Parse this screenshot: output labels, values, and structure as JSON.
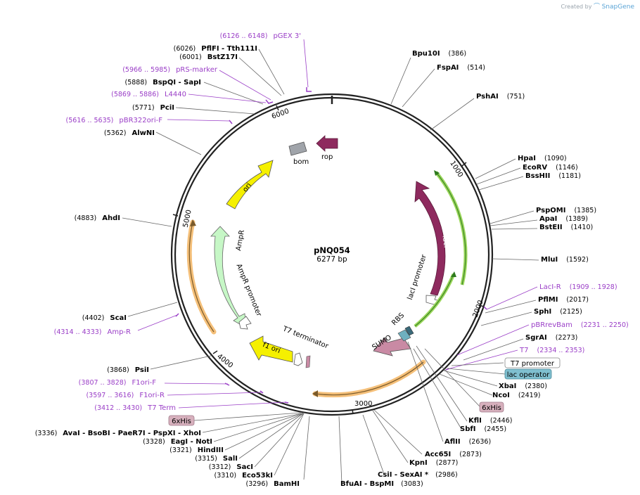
{
  "credit": {
    "created_by": "Created by",
    "brand": "SnapGene"
  },
  "map": {
    "name": "pNQ054",
    "length_label": "6277 bp",
    "total_bp": 6277,
    "ticks": [
      "1000",
      "2000",
      "3000",
      "4000",
      "5000",
      "6000"
    ]
  },
  "enzymes": [
    {
      "name": "Bpu10I",
      "pos": "(386)"
    },
    {
      "name": "FspAI",
      "pos": "(514)"
    },
    {
      "name": "PshAI",
      "pos": "(751)"
    },
    {
      "name": "HpaI",
      "pos": "(1090)"
    },
    {
      "name": "EcoRV",
      "pos": "(1146)"
    },
    {
      "name": "BssHII",
      "pos": "(1181)"
    },
    {
      "name": "PspOMI",
      "pos": "(1385)"
    },
    {
      "name": "ApaI",
      "pos": "(1389)"
    },
    {
      "name": "BstEII",
      "pos": "(1410)"
    },
    {
      "name": "MluI",
      "pos": "(1592)"
    },
    {
      "name": "PflMI",
      "pos": "(2017)"
    },
    {
      "name": "SphI",
      "pos": "(2125)"
    },
    {
      "name": "SgrAI",
      "pos": "(2273)"
    },
    {
      "name": "XbaI",
      "pos": "(2380)"
    },
    {
      "name": "NcoI",
      "pos": "(2419)"
    },
    {
      "name": "KflI",
      "pos": "(2446)"
    },
    {
      "name": "SbfI",
      "pos": "(2455)"
    },
    {
      "name": "AflII",
      "pos": "(2636)"
    },
    {
      "name": "Acc65I",
      "pos": "(2873)"
    },
    {
      "name": "KpnI",
      "pos": "(2877)"
    },
    {
      "name": "CsiI - SexAI *",
      "pos": "(2986)"
    },
    {
      "name": "BfuAI - BspMI",
      "pos": "(3083)"
    },
    {
      "name": "BamHI",
      "pos": "(3296)"
    },
    {
      "name": "Eco53kI",
      "pos": "(3310)"
    },
    {
      "name": "SacI",
      "pos": "(3312)"
    },
    {
      "name": "SalI",
      "pos": "(3315)"
    },
    {
      "name": "HindIII",
      "pos": "(3321)"
    },
    {
      "name": "EagI - NotI",
      "pos": "(3328)"
    },
    {
      "name": "AvaI - BsoBI - PaeR7I - PspXI - XhoI",
      "pos": "(3336)"
    },
    {
      "name": "PsiI",
      "pos": "(3868)"
    },
    {
      "name": "ScaI",
      "pos": "(4402)"
    },
    {
      "name": "AhdI",
      "pos": "(4883)"
    },
    {
      "name": "AlwNI",
      "pos": "(5362)"
    },
    {
      "name": "PciI",
      "pos": "(5771)"
    },
    {
      "name": "BspQI - SapI",
      "pos": "(5888)"
    },
    {
      "name": "BstZ17I",
      "pos": "(6001)"
    },
    {
      "name": "PflFI - Tth111I",
      "pos": "(6026)"
    }
  ],
  "primers": [
    {
      "name": "pGEX 3'",
      "range": "(6126 .. 6148)"
    },
    {
      "name": "pRS-marker",
      "range": "(5966 .. 5985)"
    },
    {
      "name": "L4440",
      "range": "(5869 .. 5886)"
    },
    {
      "name": "pBR322ori-F",
      "range": "(5616 .. 5635)"
    },
    {
      "name": "LacI-R",
      "range": "(1909 .. 1928)"
    },
    {
      "name": "pBRrevBam",
      "range": "(2231 .. 2250)"
    },
    {
      "name": "T7",
      "range": "(2334 .. 2353)"
    },
    {
      "name": "Amp-R",
      "range": "(4314 .. 4333)"
    },
    {
      "name": "F1ori-F",
      "range": "(3807 .. 3828)"
    },
    {
      "name": "F1ori-R",
      "range": "(3597 .. 3616)"
    },
    {
      "name": "T7 Term",
      "range": "(3412 .. 3430)"
    }
  ],
  "features": {
    "bom": "bom",
    "rop": "rop",
    "ori": "ori",
    "ampr": "AmpR",
    "ampr_promoter": "AmpR promoter",
    "laci": "lacI",
    "laci_promoter": "lacI promoter",
    "sumo": "SUMO",
    "rbs": "RBS",
    "t7_terminator": "T7 terminator",
    "f1_ori": "f1 ori"
  },
  "boxed": {
    "t7_promoter": "T7 promoter",
    "lac_operator": "lac operator",
    "his_right": "6xHis",
    "his_left": "6xHis"
  },
  "colors": {
    "primer": "#9a3ec7",
    "laci": "#8e2a5e",
    "rop": "#8e2a5e",
    "bom": "#a0a4aa",
    "ori": "#f5f000",
    "ampr": "#c6f7c6",
    "sumo": "#c98aa4",
    "orf_highlight": "#f5c07a",
    "promoter_green": "#9ad65a",
    "lac_operator_bg": "#7fbfcf",
    "his_bg": "#d7b0bd"
  }
}
